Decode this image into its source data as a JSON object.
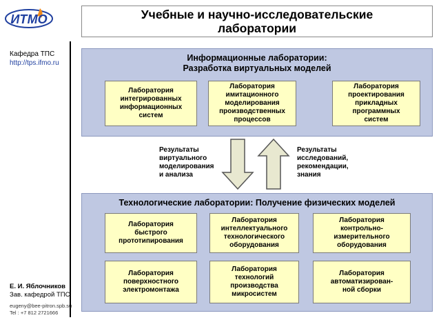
{
  "logo": {
    "text": "ИТМО",
    "tagline": ""
  },
  "sidebar": {
    "department": "Кафедра ТПС",
    "url": "http://tps.ifmo.ru",
    "author_name": "Е. И. Яблочников",
    "author_role": "Зав. кафедрой ТПС",
    "email": "eugeny@bee-pitron.spb.su",
    "phone": "Tel : +7 812 2721666"
  },
  "title": "Учебные и научно-исследовательские\nлаборатории",
  "info_panel": {
    "title": "Информационные лаборатории:\nРазработка виртуальных моделей",
    "labs": [
      "Лаборатория\nинтегрированных\nинформационных\nсистем",
      "Лаборатория\nимитационного\nмоделирования\nпроизводственных\nпроцессов",
      "Лаборатория\nпроектирования\nприкладных\nпрограммных\nсистем"
    ]
  },
  "arrows": {
    "down_label": "Результаты\nвиртуального\nмоделирования\nи анализа",
    "up_label": "Результаты\nисследований,\nрекомендации,\nзнания"
  },
  "tech_panel": {
    "title": "Технологические лаборатории: Получение физических моделей",
    "labs_row1": [
      "Лаборатория\nбыстрого\nпрототипирования",
      "Лаборатория\nинтеллектуального\nтехнологического\nоборудования",
      "Лаборатория\nконтрольно-\nизмерительного\nоборудования"
    ],
    "labs_row2": [
      "Лаборатория\nповерхностного\nэлектромонтажа",
      "Лаборатория\nтехнологий\nпроизводства\nмикросистем",
      "Лаборатория\nавтоматизирован-\nной сборки"
    ]
  },
  "colors": {
    "panel": "#bfc8e2",
    "lab_box": "#ffffc4",
    "arrow_fill": "#e8e8d0",
    "logo_blue": "#1f3f9f",
    "logo_orange": "#f08a1c"
  }
}
